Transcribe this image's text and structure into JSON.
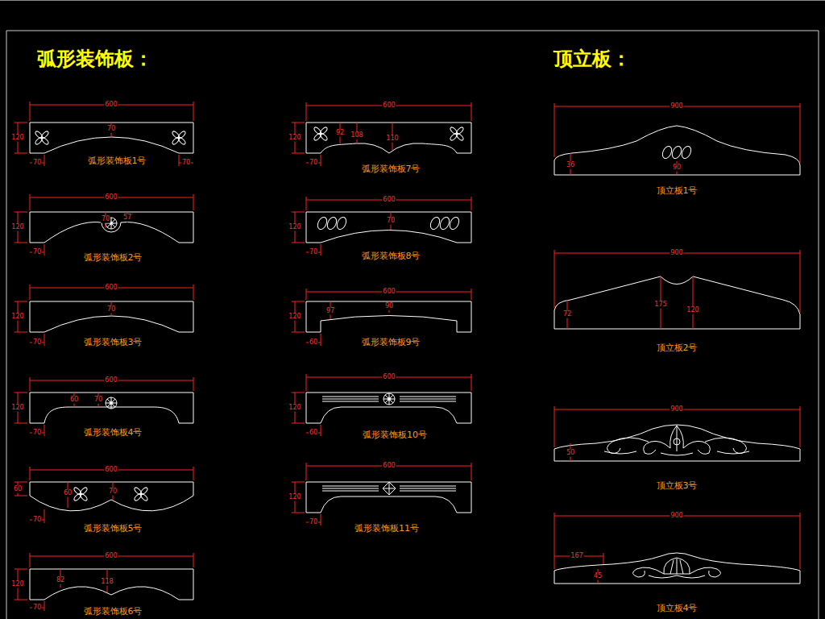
{
  "diagram": {
    "labels": [
      "弧形装饰板：",
      "顶立板：",
      "600",
      "120",
      "70",
      "70",
      "70",
      "弧形装饰板1号",
      "600",
      "120",
      "70",
      "57",
      "70",
      "弧形装饰板2号",
      "600",
      "120",
      "70",
      "70",
      "弧形装饰板3号",
      "600",
      "120",
      "60",
      "70",
      "70",
      "弧形装饰板4号",
      "600",
      "60",
      "60",
      "70",
      "70",
      "弧形装饰板5号",
      "600",
      "120",
      "82",
      "118",
      "70",
      "弧形装饰板6号",
      "600",
      "120",
      "92",
      "108",
      "110",
      "70",
      "弧形装饰板7号",
      "600",
      "120",
      "70",
      "70",
      "弧形装饰板8号",
      "600",
      "120",
      "97",
      "90",
      "60",
      "弧形装饰板9号",
      "600",
      "120",
      "60",
      "弧形装饰板10号",
      "600",
      "120",
      "70",
      "弧形装饰板11号",
      "900",
      "36",
      "90",
      "顶立板1号",
      "900",
      "72",
      "175",
      "120",
      "顶立板2号",
      "900",
      "50",
      "顶立板3号",
      "900",
      "167",
      "45",
      "顶立板4号"
    ]
  }
}
